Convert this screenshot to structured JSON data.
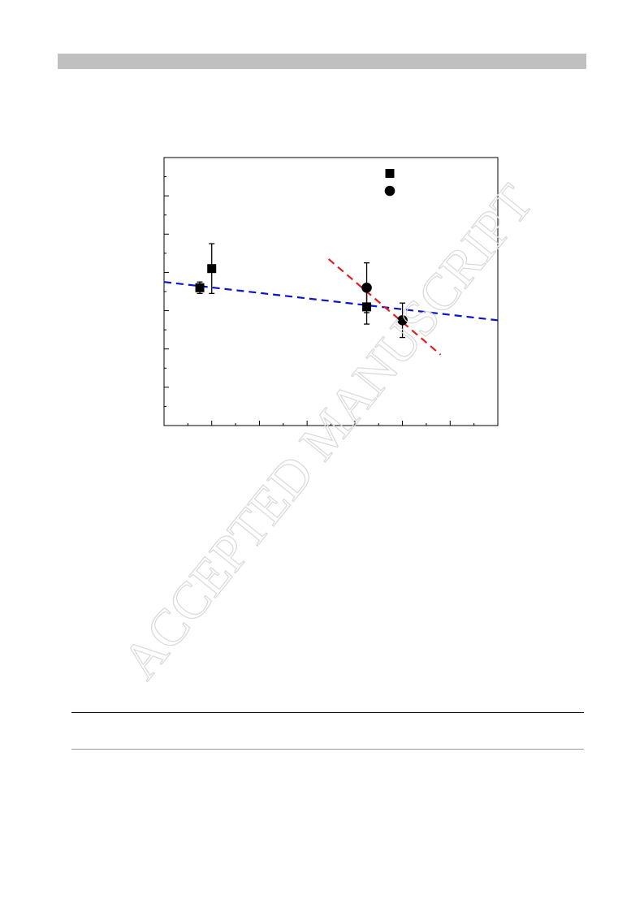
{
  "watermark": {
    "text": "ACCEPTED MANUSCRIPT",
    "color": "#d9d9d9"
  },
  "colors": {
    "header_bar": "#c0c0c0",
    "blue_fit": "#0a14c8",
    "red_fit": "#e02020",
    "markers": "#000000"
  },
  "chart_data": {
    "type": "scatter",
    "title": "",
    "xlabel": "",
    "ylabel": "",
    "xlim": [
      0,
      14
    ],
    "ylim": [
      0,
      7
    ],
    "grid": false,
    "legend": {
      "placement": "top-right",
      "entries": [
        {
          "marker": "square",
          "label": ""
        },
        {
          "marker": "circle",
          "label": ""
        }
      ]
    },
    "series": [
      {
        "marker": "square",
        "points": [
          {
            "x": 1.5,
            "y": 3.6,
            "err": 0.15
          },
          {
            "x": 2.0,
            "y": 4.1,
            "err": 0.65
          },
          {
            "x": 8.5,
            "y": 3.1,
            "err": 0.45
          }
        ]
      },
      {
        "marker": "circle",
        "points": [
          {
            "x": 8.5,
            "y": 3.6,
            "err": 0.65
          },
          {
            "x": 10.0,
            "y": 2.75,
            "err": 0.45
          }
        ]
      }
    ],
    "fits": [
      {
        "style": "dashed",
        "color": "#0a14c8",
        "x": [
          0,
          14
        ],
        "y": [
          3.75,
          2.75
        ]
      },
      {
        "style": "dashed",
        "color": "#e02020",
        "x": [
          6.9,
          11.6
        ],
        "y": [
          4.35,
          1.85
        ]
      }
    ]
  }
}
